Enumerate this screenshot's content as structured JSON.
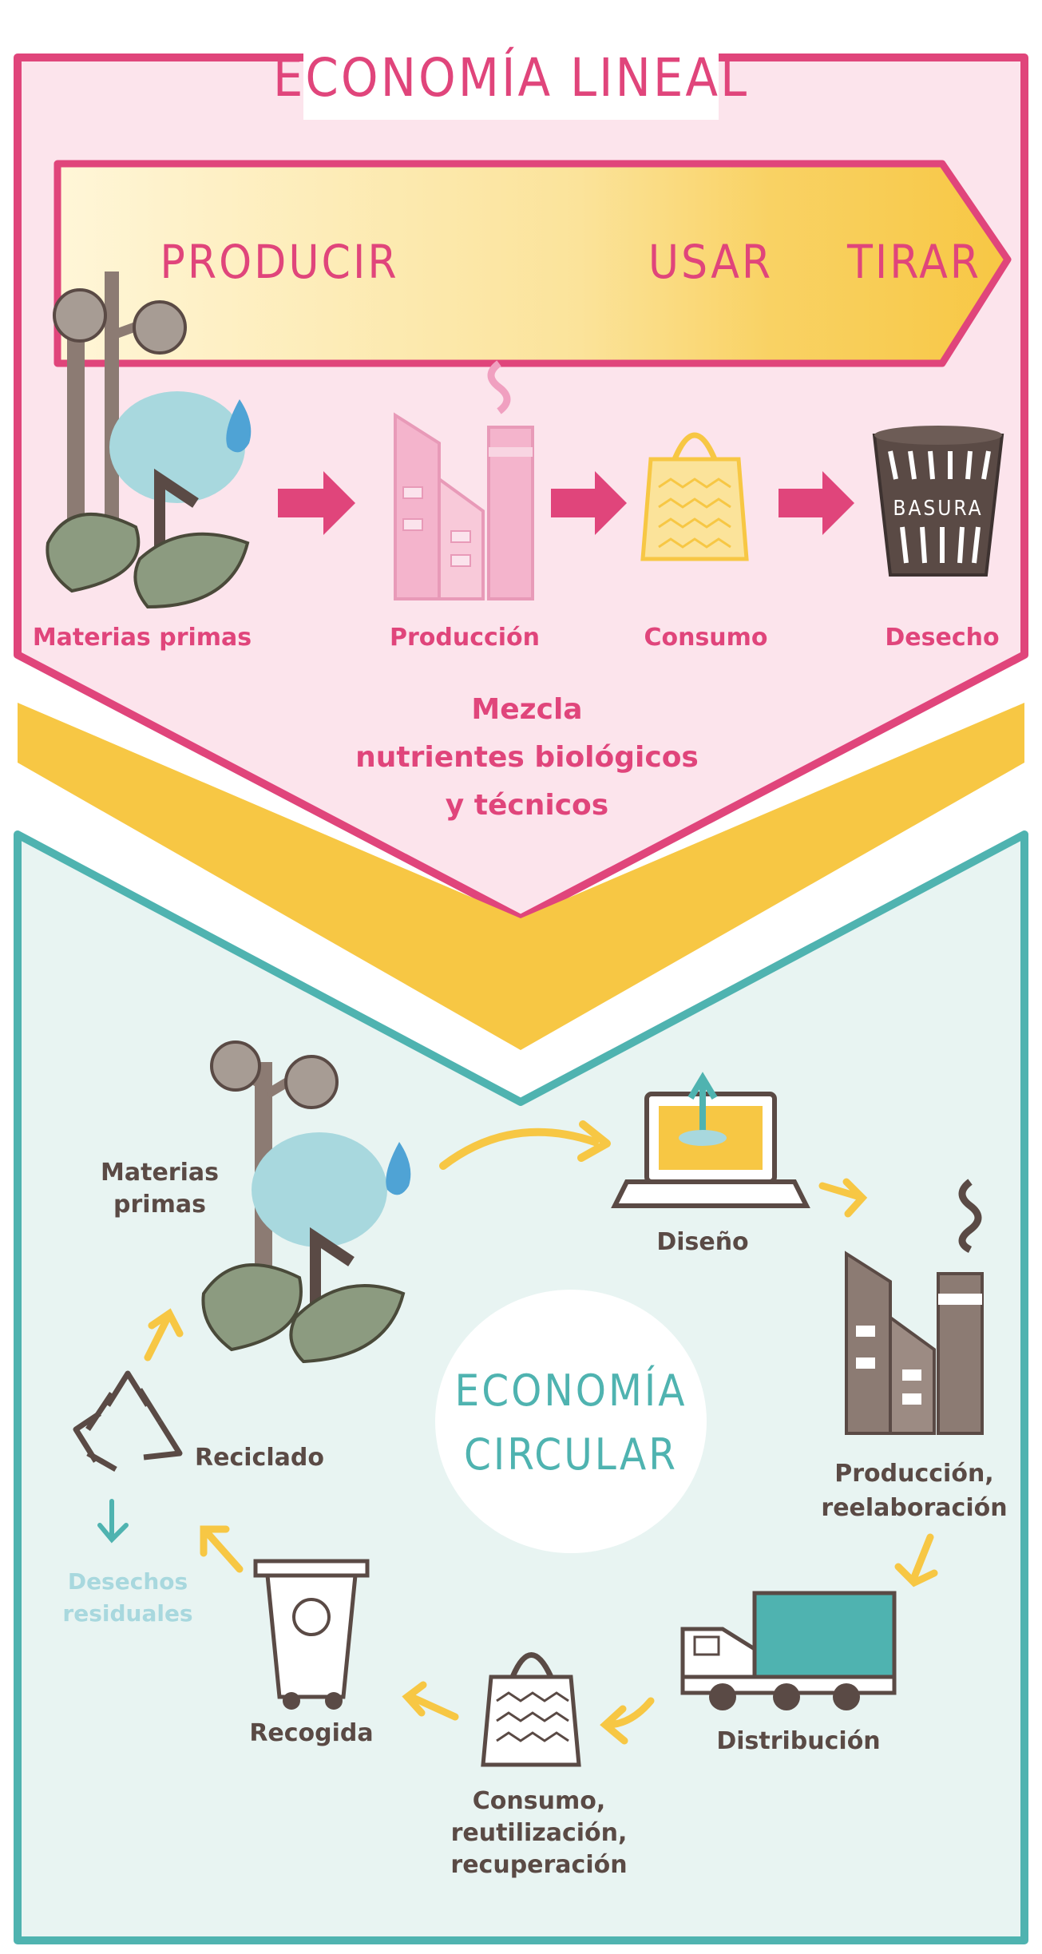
{
  "colors": {
    "pink": "#E0457B",
    "pink_light": "#FCE4EC",
    "yellow": "#F7C744",
    "teal": "#4FB3B0",
    "teal_light": "#E8F4F2",
    "brown": "#5A4A45",
    "grey_brown": "#8C7B73"
  },
  "linear": {
    "title": "ECONOMÍA LINEAL",
    "banner": {
      "producir": "PRODUCIR",
      "usar": "USAR",
      "tirar": "TIRAR"
    },
    "steps": [
      {
        "label": "Materias primas",
        "icon": "tree-icon"
      },
      {
        "label": "Producción",
        "icon": "factory-icon"
      },
      {
        "label": "Consumo",
        "icon": "shopping-bag-icon"
      },
      {
        "label": "Desecho",
        "icon": "trash-can-icon"
      }
    ],
    "trash_text": "BASURA",
    "note": [
      "Mezcla",
      "nutrientes biológicos",
      "y técnicos"
    ]
  },
  "circular": {
    "title": [
      "ECONOMÍA",
      "CIRCULAR"
    ],
    "materias": [
      "Materias",
      "primas"
    ],
    "diseno": "Diseño",
    "produccion": [
      "Producción,",
      "reelaboración"
    ],
    "distribucion": "Distribución",
    "consumo": [
      "Consumo,",
      "reutilización,",
      "recuperación"
    ],
    "recogida": "Recogida",
    "reciclado": "Reciclado",
    "desechos": [
      "Desechos",
      "residuales"
    ]
  }
}
